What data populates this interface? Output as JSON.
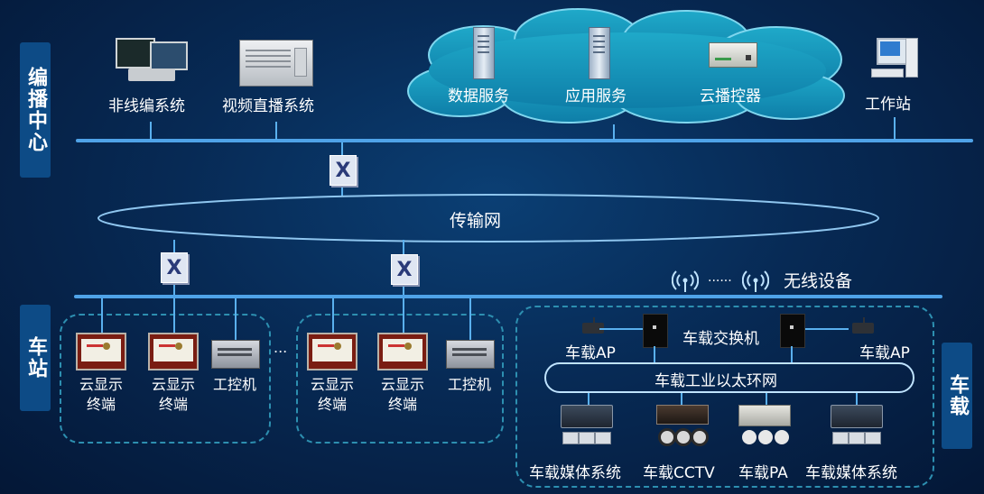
{
  "sections": {
    "center": "编播中心",
    "station": "车站",
    "onboard": "车载"
  },
  "center_devices": {
    "nonlinear": "非线编系统",
    "live": "视频直播系统",
    "workstation": "工作站"
  },
  "cloud": {
    "data": "数据服务",
    "app": "应用服务",
    "controller": "云播控器"
  },
  "network": {
    "transport": "传输网",
    "wireless": "无线设备",
    "dots": "......",
    "ellipsis": "..."
  },
  "station": {
    "cloud_terminal": "云显示\n终端",
    "ipc": "工控机"
  },
  "onboard": {
    "ap_left": "车载AP",
    "ap_right": "车载AP",
    "switch": "车载交换机",
    "ring": "车载工业以太环网",
    "media1": "车载媒体系统",
    "cctv": "车载CCTV",
    "pa": "车载PA",
    "media2": "车载媒体系统"
  },
  "colors": {
    "background": "#072a55",
    "bus": "#4fa3e8",
    "label_box": "#0d4b86",
    "dashed": "#2d8fb0"
  }
}
